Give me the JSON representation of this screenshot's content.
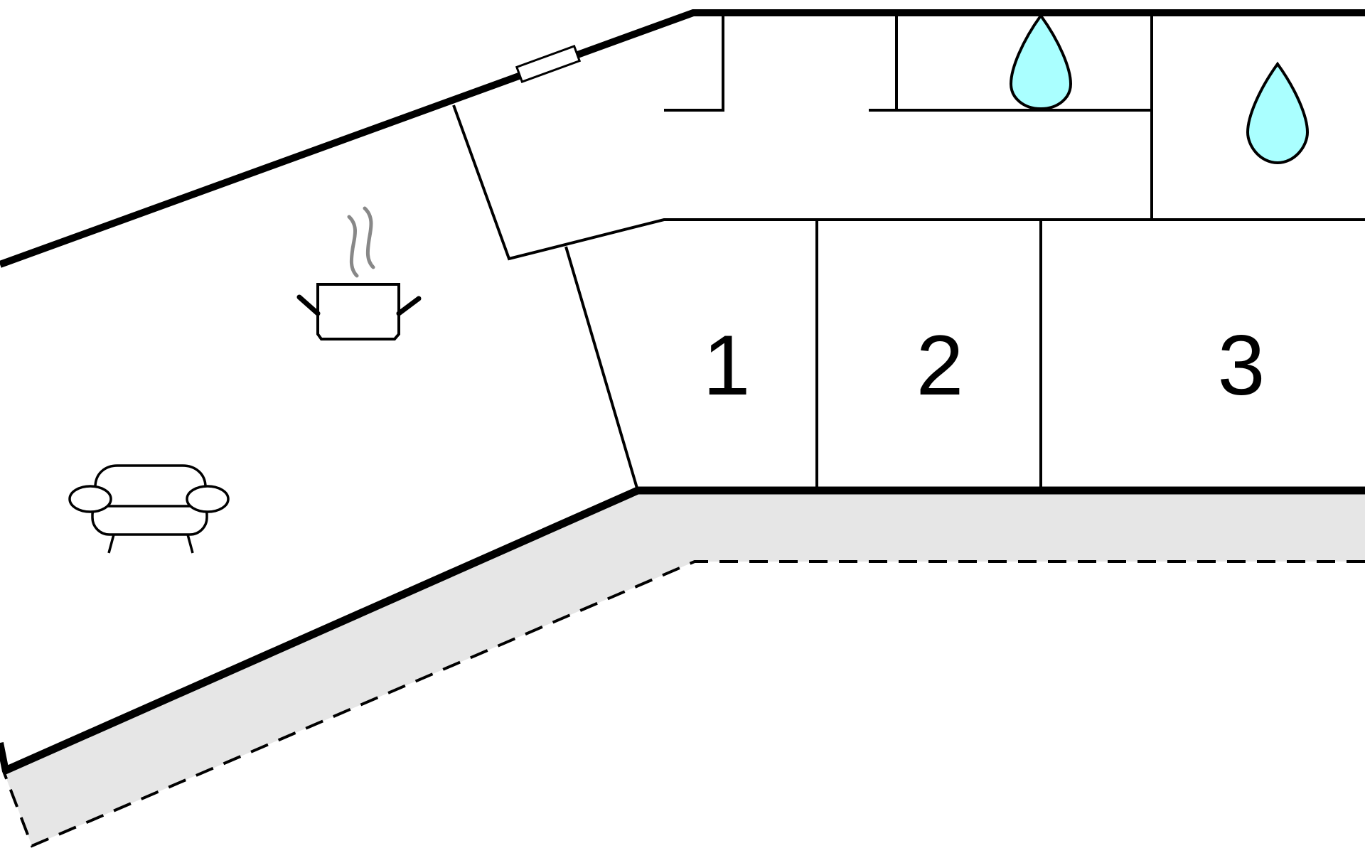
{
  "floor_plan": {
    "colors": {
      "wall": "#000000",
      "terrace": "#e6e6e6",
      "water": "#aaffff",
      "steam": "#888888",
      "background": "#ffffff"
    },
    "icons": [
      "pot-icon",
      "steam-icon",
      "sofa-icon",
      "water-drop-icon",
      "water-drop-icon",
      "window-icon"
    ],
    "rooms": [
      {
        "label": "1"
      },
      {
        "label": "2"
      },
      {
        "label": "3"
      }
    ]
  }
}
